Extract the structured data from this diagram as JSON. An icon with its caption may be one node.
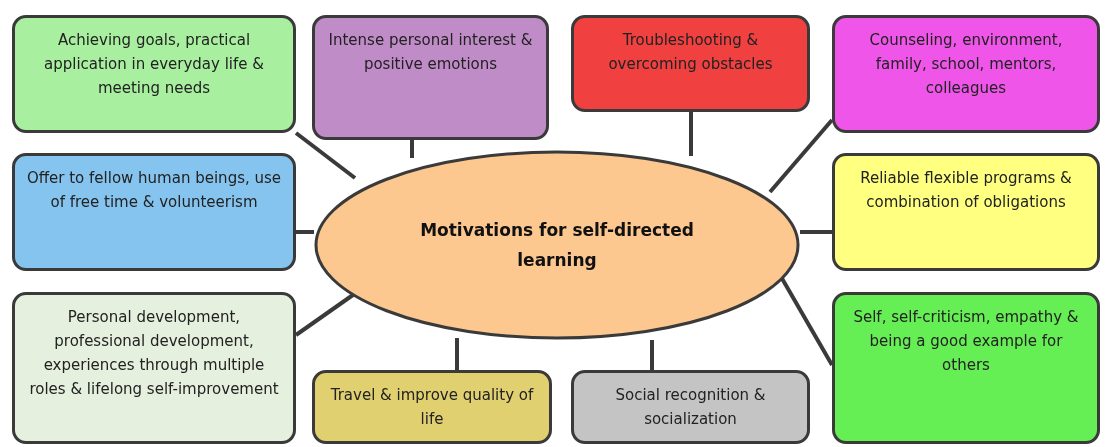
{
  "diagram": {
    "nodes": [
      {
        "text": [
          "Motivations for self-directed learning"
        ]
      },
      {
        "text": [
          "Achieving goals, practical application in everyday life & meeting needs"
        ]
      },
      {
        "text": [
          "Intense personal interest & positive emotions"
        ]
      },
      {
        "text": [
          "Troubleshooting & overcoming obstacles"
        ]
      },
      {
        "text": [
          "Counseling, environment, family, school, mentors, colleagues"
        ]
      },
      {
        "text": [
          "Offer to fellow human beings, use of free time & volunteerism"
        ]
      },
      {
        "text": [
          "Reliable flexible programs & combination of obligations"
        ]
      },
      {
        "text": [
          "Personal development, professional development, experiences through multiple roles & lifelong self-improvement"
        ]
      },
      {
        "text": [
          "Travel & improve quality of life"
        ]
      },
      {
        "text": [
          "Social recognition & socialization"
        ]
      },
      {
        "text": [
          "Self, self-criticism, empathy & being a good example for others"
        ]
      }
    ],
    "edges": [
      {
        "from": 0,
        "to": 1,
        "arrow": "none"
      },
      {
        "from": 0,
        "to": 2,
        "arrow": "none"
      },
      {
        "from": 0,
        "to": 3,
        "arrow": "none"
      },
      {
        "from": 0,
        "to": 4,
        "arrow": "none"
      },
      {
        "from": 0,
        "to": 5,
        "arrow": "none"
      },
      {
        "from": 0,
        "to": 6,
        "arrow": "none"
      },
      {
        "from": 0,
        "to": 7,
        "arrow": "none"
      },
      {
        "from": 0,
        "to": 8,
        "arrow": "none"
      },
      {
        "from": 0,
        "to": 9,
        "arrow": "none"
      },
      {
        "from": 0,
        "to": 10,
        "arrow": "none"
      }
    ]
  }
}
